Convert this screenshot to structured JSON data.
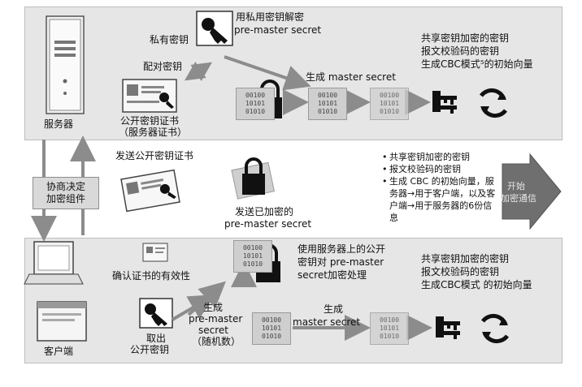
{
  "server": {
    "label": "服务器",
    "private_key": "私有密钥",
    "decrypt_line1": "用私用密钥解密",
    "decrypt_line2": "pre-master secret",
    "paired_key": "配对密钥",
    "cert_line1": "公开密钥证书",
    "cert_line2": "（服务器证书）",
    "gen_master": "生成 master secret",
    "outputs": [
      "共享密钥加密的密钥",
      "报文校验码的密钥",
      "生成CBC模式⁵的初始向量"
    ]
  },
  "middle": {
    "send_cert": "发送公开密钥证书",
    "negotiate_line1": "协商决定",
    "negotiate_line2": "加密组件",
    "send_enc_line1": "发送已加密的",
    "send_enc_line2": "pre-master secret",
    "bullets": [
      "共享密钥加密的密钥",
      "报文校验码的密钥",
      "生成 CBC 的初始向量，服务器→用于客户端，以及客户端→用于服务器的6份信息"
    ],
    "start_line1": "开始",
    "start_line2": "加密通信"
  },
  "client": {
    "label": "客户端",
    "verify": "确认证书的有效性",
    "take_line1": "取出",
    "take_line2": "公开密钥",
    "gen_pms_line1": "生成",
    "gen_pms_line2": "pre-master",
    "gen_pms_line3": "secret",
    "gen_pms_line4": "（随机数）",
    "encrypt_line1": "使用服务器上的公开",
    "encrypt_line2": "密钥对 pre-master",
    "encrypt_line3": "secret加密处理",
    "gen_master_line1": "生成",
    "gen_master_line2": "master secret",
    "outputs": [
      "共享密钥加密的密钥",
      "报文校验码的密钥",
      "生成CBC模式 的初始向量"
    ]
  },
  "binary_text": "00100\n10101\n01010"
}
